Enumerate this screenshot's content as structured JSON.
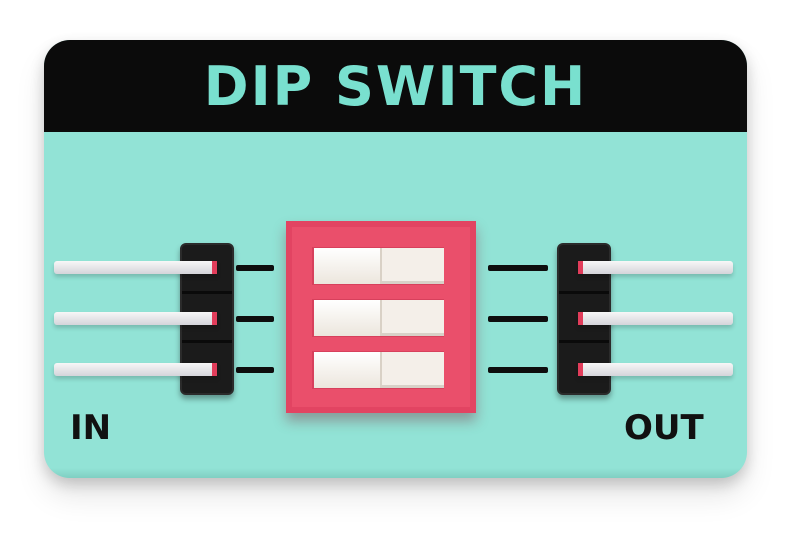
{
  "board": {
    "title": "DIP SWITCH",
    "in_label": "IN",
    "out_label": "OUT"
  },
  "switches": [
    {
      "position": "left"
    },
    {
      "position": "left"
    },
    {
      "position": "left"
    }
  ],
  "colors": {
    "board": "#92e3d6",
    "header": "#0b0b0b",
    "title": "#79e0cf",
    "dip_body": "#ea4f6b",
    "switch": "#f4efe9",
    "pin": "#e8e8ec"
  }
}
